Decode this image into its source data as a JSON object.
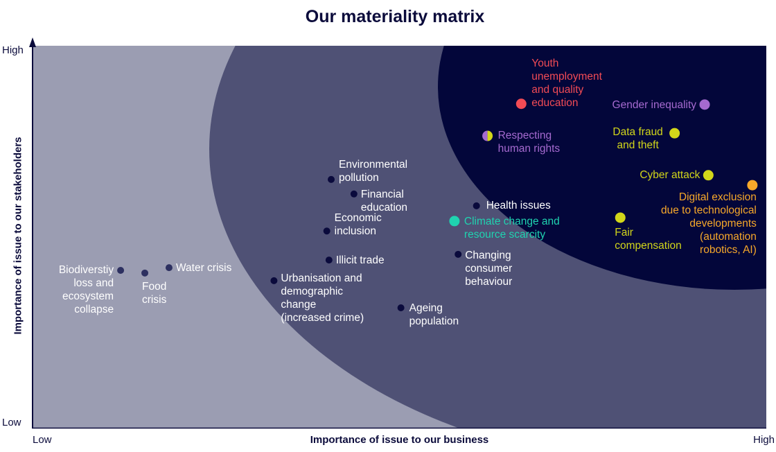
{
  "title": "Our materiality matrix",
  "chart_data": {
    "type": "scatter",
    "title": "Our materiality matrix",
    "xlabel": "Importance of issue to our business",
    "ylabel": "Importance of issue to our stakeholders",
    "x_ticks": [
      "Low",
      "High"
    ],
    "y_ticks": [
      "Low",
      "High"
    ],
    "xlim": [
      0,
      100
    ],
    "ylim": [
      0,
      100
    ],
    "grid": false,
    "colors": {
      "title": "#0b0b3b",
      "zone_low": "#9b9db2",
      "zone_mid": "#4f5175",
      "zone_high": "#03063a",
      "dot_low": "#2d3060",
      "dot_mid": "#0a0a3c",
      "white": "#ffffff",
      "red": "#f24b55",
      "purple": "#a56ad0",
      "yellow": "#d2d61a",
      "orange": "#f7a82a",
      "teal": "#1fd3b0"
    },
    "points": [
      {
        "label": [
          "Biodiverstiy",
          "loss and",
          "ecosystem",
          "collapse"
        ],
        "x": 12.0,
        "y": 41.2,
        "color": "dot_low",
        "text_color": "white"
      },
      {
        "label": [
          "Food",
          "crisis"
        ],
        "x": 15.3,
        "y": 40.5,
        "color": "dot_low",
        "text_color": "white"
      },
      {
        "label": [
          "Water crisis"
        ],
        "x": 18.6,
        "y": 41.9,
        "color": "dot_low",
        "text_color": "white"
      },
      {
        "label": [
          "Urbanisation and",
          "demographic",
          "change",
          "(increased crime)"
        ],
        "x": 32.9,
        "y": 38.5,
        "color": "dot_mid",
        "text_color": "white"
      },
      {
        "label": [
          "Environmental",
          "pollution"
        ],
        "x": 40.7,
        "y": 65.0,
        "color": "dot_mid",
        "text_color": "white"
      },
      {
        "label": [
          "Financial",
          "education"
        ],
        "x": 43.8,
        "y": 61.2,
        "color": "dot_mid",
        "text_color": "white"
      },
      {
        "label": [
          "Economic",
          "inclusion"
        ],
        "x": 40.1,
        "y": 51.5,
        "color": "dot_mid",
        "text_color": "white"
      },
      {
        "label": [
          "Illicit trade"
        ],
        "x": 40.4,
        "y": 43.9,
        "color": "dot_mid",
        "text_color": "white"
      },
      {
        "label": [
          "Ageing",
          "population"
        ],
        "x": 50.2,
        "y": 31.4,
        "color": "dot_mid",
        "text_color": "white"
      },
      {
        "label": [
          "Changing",
          "consumer",
          "behaviour"
        ],
        "x": 58.0,
        "y": 45.4,
        "color": "dot_mid",
        "text_color": "white"
      },
      {
        "label": [
          "Health issues"
        ],
        "x": 60.5,
        "y": 58.1,
        "color": "dot_mid",
        "text_color": "white"
      },
      {
        "label": [
          "Climate change and",
          "resource scarcity"
        ],
        "x": 57.5,
        "y": 54.1,
        "color": "teal",
        "text_color": "teal"
      },
      {
        "label": [
          "Respecting",
          "human rights"
        ],
        "x": 62.0,
        "y": 76.4,
        "color": "purple",
        "color2": "yellow",
        "text_color": "purple"
      },
      {
        "label": [
          "Youth",
          "unemployment",
          "and quality",
          "education"
        ],
        "x": 66.6,
        "y": 84.8,
        "color": "red",
        "text_color": "red"
      },
      {
        "label": [
          "Gender inequality"
        ],
        "x": 91.6,
        "y": 84.6,
        "color": "purple",
        "text_color": "purple"
      },
      {
        "label": [
          "Data fraud",
          "and theft"
        ],
        "x": 87.5,
        "y": 77.1,
        "color": "yellow",
        "text_color": "yellow"
      },
      {
        "label": [
          "Cyber attack"
        ],
        "x": 92.1,
        "y": 66.1,
        "color": "yellow",
        "text_color": "yellow"
      },
      {
        "label": [
          "Digital exclusion",
          "due to technological",
          "developments",
          "(automation",
          "robotics, AI)"
        ],
        "x": 98.1,
        "y": 63.5,
        "color": "orange",
        "text_color": "orange"
      },
      {
        "label": [
          "Fair",
          "compensation"
        ],
        "x": 80.1,
        "y": 55.0,
        "color": "yellow",
        "text_color": "yellow"
      }
    ]
  }
}
